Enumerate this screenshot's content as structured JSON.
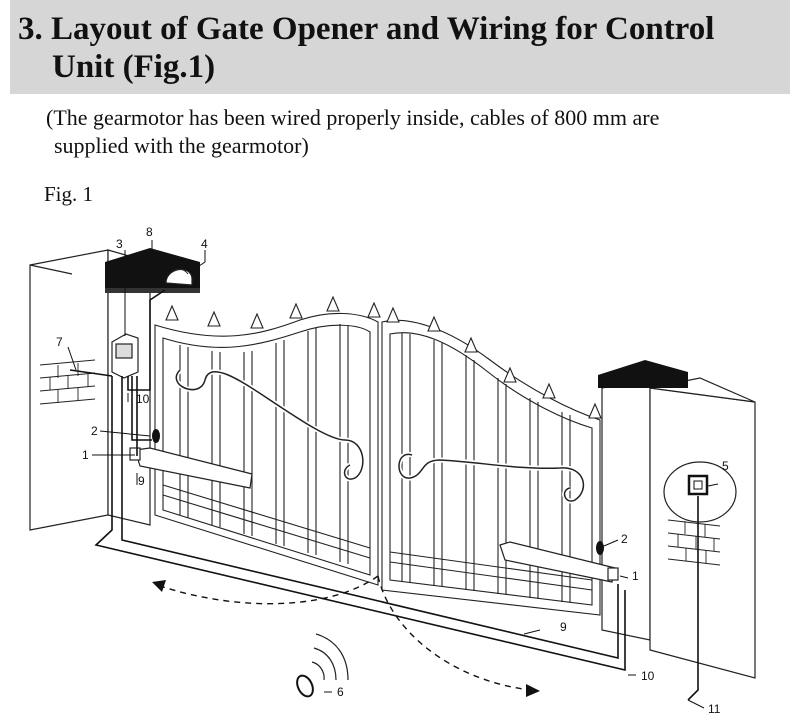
{
  "section": {
    "title_line1": "3. Layout of Gate Opener and Wiring for Control",
    "title_line2": "Unit  (Fig.1)"
  },
  "note": {
    "line1": "(The gearmotor has been wired properly inside, cables of 800 mm  are",
    "line2": "supplied with the gearmotor)"
  },
  "figure": {
    "label": "Fig. 1",
    "callouts": {
      "c1_left": "1",
      "c1_right": "1",
      "c2_left": "2",
      "c2_right": "2",
      "c3": "3",
      "c4": "4",
      "c5": "5",
      "c6": "6",
      "c7": "7",
      "c8": "8",
      "c9_left": "9",
      "c9_bottom": "9",
      "c10_left": "10",
      "c10_bottom": "10",
      "c11": "11"
    }
  }
}
